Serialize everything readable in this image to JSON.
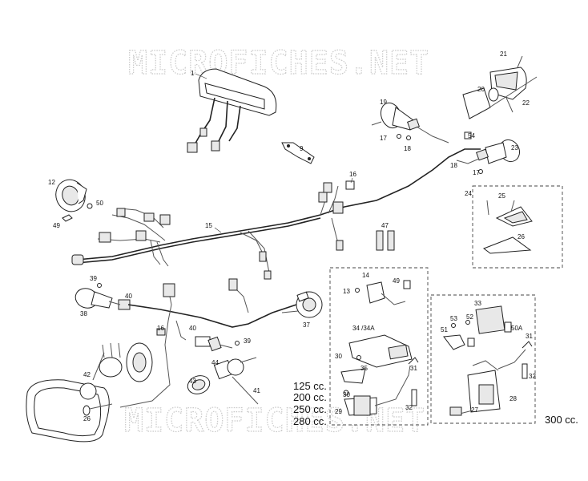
{
  "watermark": {
    "top": "MICROFICHES.NET",
    "bottom": "MICROFICHES.NET"
  },
  "labels": {
    "l1": "1",
    "l9": "9",
    "l12": "12",
    "l50a": "50",
    "l49a": "49",
    "l15": "15",
    "l16a": "16",
    "l47": "47",
    "l19": "19",
    "l17a": "17",
    "l18a": "18",
    "l54": "54",
    "l21": "21",
    "l20": "20",
    "l22": "22",
    "l23": "23",
    "l18b": "18",
    "l17b": "17",
    "l24": "24",
    "l25": "25",
    "l26": "26",
    "l39a": "39",
    "l40a": "40",
    "l38": "38",
    "l16b": "16",
    "l40b": "40",
    "l39b": "39",
    "l44": "44",
    "l43": "43",
    "l41": "41",
    "l37": "37",
    "l42": "42",
    "l26b": "26",
    "l14": "14",
    "l49b": "49",
    "l13": "13",
    "l34": "34 /34A",
    "l30a": "30",
    "l35": "35",
    "l30b": "30",
    "l29": "29",
    "l31a": "31",
    "l32a": "32",
    "l33": "33",
    "l53": "53",
    "l52": "52",
    "l51": "51",
    "l50b": "50A",
    "l31b": "31",
    "l32b": "32",
    "l28": "28",
    "l27": "27"
  },
  "engine_sizes": [
    "125 cc.",
    "200 cc.",
    "250 cc.",
    "280 cc."
  ],
  "engine_300": "300 cc."
}
